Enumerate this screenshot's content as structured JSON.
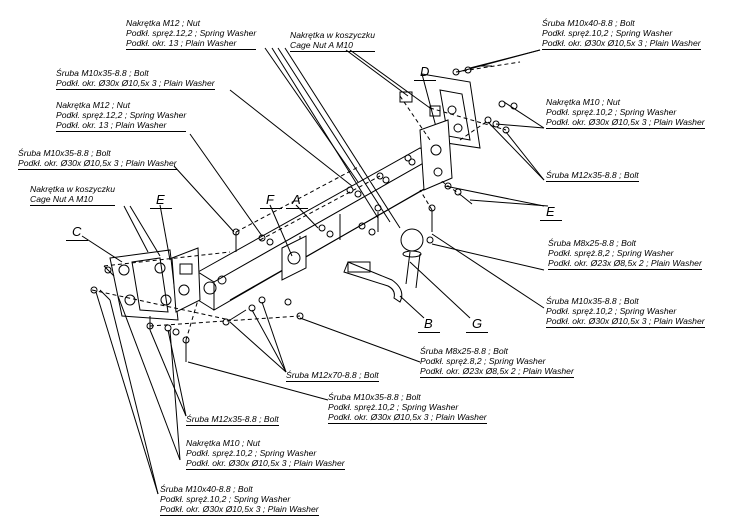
{
  "letters": {
    "A": "A",
    "B": "B",
    "C": "C",
    "D": "D",
    "E": "E",
    "F": "F",
    "G": "G"
  },
  "callouts": {
    "nut_m12_top": [
      "Nakrętka  M12 ; Nut",
      "Podkł. spręż.12,2 ; Spring Washer",
      "Podkł. okr. 13 ; Plain Washer"
    ],
    "cage_nut_top": [
      "Nakrętka w koszyczku",
      "Cage Nut A M10"
    ],
    "bolt_m10x40_top": [
      "Śruba M10x40-8.8 ;  Bolt",
      "Podkł. spręż.10,2 ; Spring Washer",
      "Podkł. okr.  Ø30x Ø10,5x 3 ; Plain Washer"
    ],
    "bolt_m10x35_left1": [
      "Śruba M10x35-8.8 ;  Bolt",
      "Podkł. okr.  Ø30x Ø10,5x 3 ; Plain Washer"
    ],
    "nut_m12_mid": [
      "Nakrętka  M12 ; Nut",
      "Podkł. spręż.12,2 ; Spring Washer",
      "Podkł. okr. 13 ; Plain Washer"
    ],
    "nut_m10_right": [
      "Nakrętka  M10 ; Nut",
      "Podkł. spręż.10,2 ; Spring Washer",
      "Podkł. okr.  Ø30x Ø10,5x 3 ; Plain Washer"
    ],
    "bolt_m10x35_left2": [
      "Śruba M10x35-8.8 ;  Bolt",
      "Podkł. okr.  Ø30x Ø10,5x 3 ; Plain Washer"
    ],
    "bolt_m12x35_right": [
      "Śruba M12x35-8.8 ;  Bolt"
    ],
    "cage_nut_left": [
      "Nakrętka w koszyczku",
      "Cage Nut A M10"
    ],
    "bolt_m8x25_right": [
      "Śruba M8x25-8.8 ;  Bolt",
      "Podkł. spręż.8,2 ; Spring Washer",
      "Podkł. okr.  Ø23x Ø8,5x 2 ; Plain Washer"
    ],
    "bolt_m10x35_right": [
      "Śruba M10x35-8.8 ;  Bolt",
      "Podkł. spręż.10,2 ; Spring Washer",
      "Podkł. okr.  Ø30x Ø10,5x 3 ; Plain Washer"
    ],
    "bolt_m8x25_bottom": [
      "Śruba M8x25-8.8 ;  Bolt",
      "Podkł. spręż.8,2 ; Spring Washer",
      "Podkł. okr.  Ø23x Ø8,5x 2 ; Plain Washer"
    ],
    "bolt_m12x70": [
      "Śruba M12x70-8.8 ;  Bolt"
    ],
    "bolt_m10x35_bottom": [
      "Śruba M10x35-8.8 ;  Bolt",
      "Podkł. spręż.10,2 ; Spring Washer",
      "Podkł. okr.  Ø30x Ø10,5x 3 ; Plain Washer"
    ],
    "bolt_m12x35_left": [
      "Śruba M12x35-8.8 ;  Bolt"
    ],
    "nut_m10_left": [
      "Nakrętka  M10 ; Nut",
      "Podkł. spręż.10,2 ; Spring Washer",
      "Podkł. okr.  Ø30x Ø10,5x 3 ; Plain Washer"
    ],
    "bolt_m10x40_bottom": [
      "Śruba M10x40-8.8 ;  Bolt",
      "Podkł. spręż.10,2 ; Spring Washer",
      "Podkł. okr.  Ø30x Ø10,5x 3 ; Plain Washer"
    ]
  }
}
